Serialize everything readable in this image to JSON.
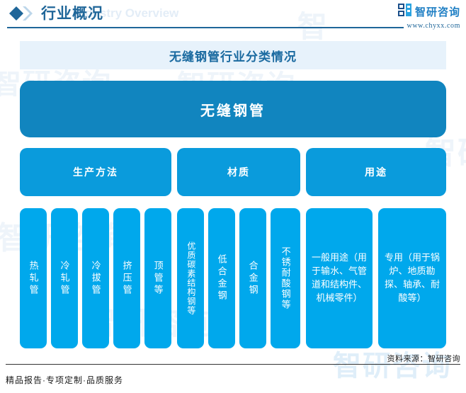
{
  "header": {
    "title_cn": "行业概况",
    "title_en": "Industry Overview",
    "diamond_icon": "diamond-bullet-icon",
    "logo": {
      "glyph": "chyxx-logo-icon",
      "text": "智研咨询",
      "url": "www.chyxx.com"
    }
  },
  "banner": {
    "title": "无缝钢管行业分类情况"
  },
  "chart_data": {
    "type": "diagram",
    "title": "无缝钢管行业分类情况",
    "root": "无缝钢管",
    "branches": [
      {
        "label": "生产方法",
        "items": [
          "热轧管",
          "冷轧管",
          "冷拔管",
          "挤压管",
          "顶管等"
        ]
      },
      {
        "label": "材质",
        "items": [
          "优质碳素结构钢等",
          "低合金钢",
          "合金钢",
          "不锈耐酸钢等"
        ]
      },
      {
        "label": "用途",
        "items": [
          "一般用途（用于输水、气管道和结构件、机械零件）",
          "专用（用于锅炉、地质勘探、轴承、耐酸等）"
        ]
      }
    ],
    "colors": {
      "level1": "#1185bf",
      "level2": "#0a9bdc",
      "level3": "#00a8ec",
      "banner_bg": "#e7f2fb",
      "accent": "#1f6699"
    }
  },
  "footer": {
    "left": "精品报告·专项定制·品质服务",
    "source": "资料来源：智研咨询"
  },
  "watermarks": {
    "text": "智研咨询",
    "glyph": "智"
  }
}
